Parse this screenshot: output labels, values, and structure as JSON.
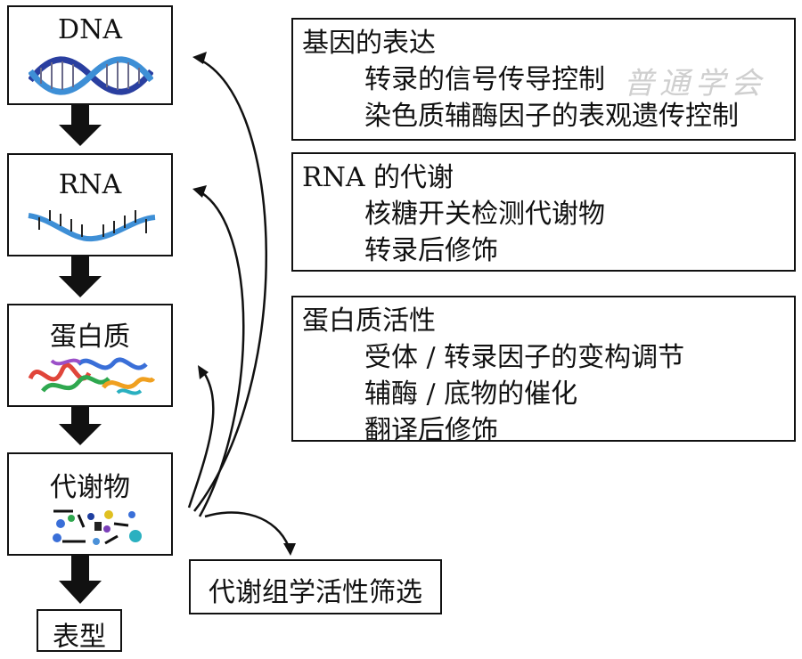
{
  "stages": [
    {
      "label": "DNA"
    },
    {
      "label": "RNA"
    },
    {
      "label": "蛋白质"
    },
    {
      "label": "代谢物"
    }
  ],
  "phenotype_label": "表型",
  "screening_label": "代谢组学活性筛选",
  "panels": [
    {
      "heading": "基因的表达",
      "items": [
        "转录的信号传导控制",
        "染色质辅酶因子的表观遗传控制"
      ]
    },
    {
      "heading": "RNA 的代谢",
      "items": [
        "核糖开关检测代谢物",
        "转录后修饰"
      ]
    },
    {
      "heading": "蛋白质活性",
      "items": [
        "受体 / 转录因子的变构调节",
        "辅酶 / 底物的催化",
        "翻译后修饰"
      ]
    }
  ],
  "watermark": "普通学会"
}
